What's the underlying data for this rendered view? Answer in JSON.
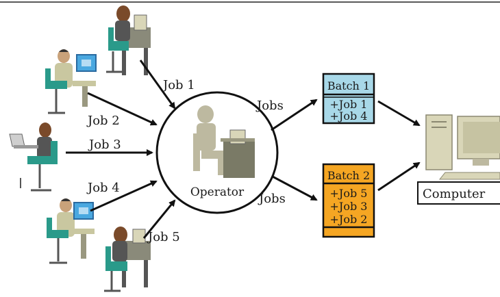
{
  "operator": {
    "label": "Operator"
  },
  "jobs": [
    "Job 1",
    "Job 2",
    "Job 3",
    "Job 4",
    "Job 5"
  ],
  "flow_labels": {
    "to_batch1": "Jobs",
    "to_batch2": "Jobs"
  },
  "batches": [
    {
      "title": "Batch 1",
      "items": [
        "+Job 1",
        "+Job 4"
      ],
      "color": "#a8d8e8"
    },
    {
      "title": "Batch 2",
      "items": [
        "+Job 5",
        "+Job 3",
        "+Job 2"
      ],
      "color": "#f5a623"
    }
  ],
  "computer": {
    "label": "Computer"
  },
  "colors": {
    "batch1": "#a8d8e8",
    "batch2": "#f5a623",
    "user_shirt": "#c9c7a0",
    "chair": "#2a9a8a",
    "hair": "#7a4a2a",
    "monitor_screen": "#4aa8e0",
    "computer_body": "#d9d6b8",
    "operator_figure": "#bdb9a0",
    "operator_desk": "#7a7a66"
  }
}
